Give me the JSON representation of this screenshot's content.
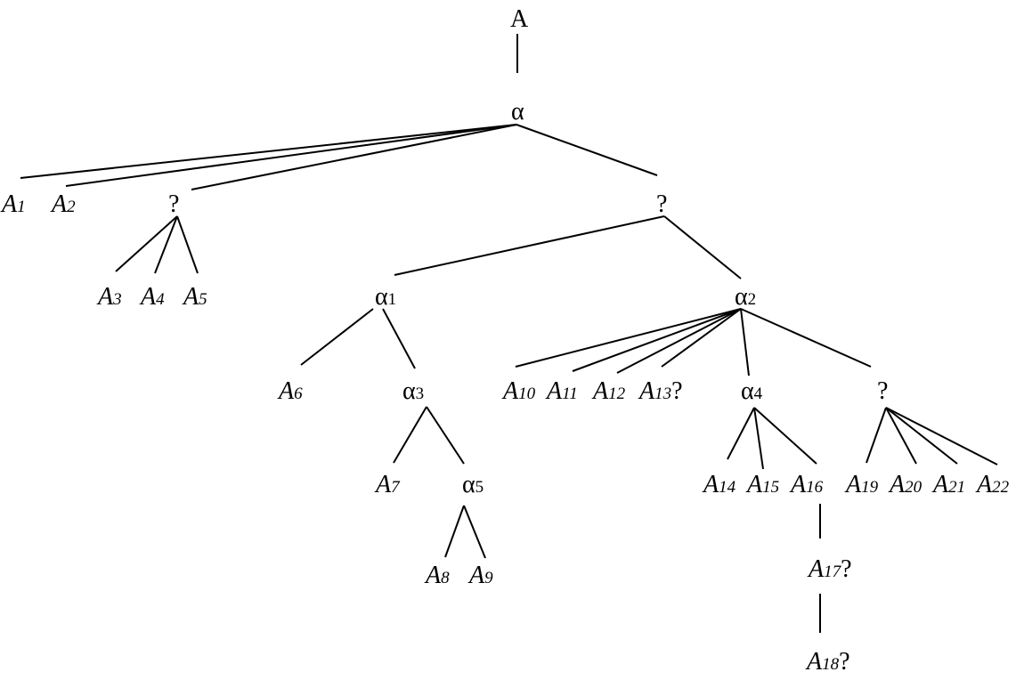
{
  "tree": {
    "nodes": [
      {
        "id": "root",
        "parts": [
          {
            "t": "A"
          }
        ]
      },
      {
        "id": "alpha",
        "parts": [
          {
            "t": "α"
          }
        ]
      },
      {
        "id": "A1",
        "parts": [
          {
            "t": "A",
            "i": true
          },
          {
            "t": "1",
            "s": true,
            "i": true
          }
        ]
      },
      {
        "id": "A2",
        "parts": [
          {
            "t": "A",
            "i": true
          },
          {
            "t": "2",
            "s": true,
            "i": true
          }
        ]
      },
      {
        "id": "q1",
        "parts": [
          {
            "t": "?"
          }
        ]
      },
      {
        "id": "q2",
        "parts": [
          {
            "t": "?"
          }
        ]
      },
      {
        "id": "A3",
        "parts": [
          {
            "t": "A",
            "i": true
          },
          {
            "t": "3",
            "s": true,
            "i": true
          }
        ]
      },
      {
        "id": "A4",
        "parts": [
          {
            "t": "A",
            "i": true
          },
          {
            "t": "4",
            "s": true,
            "i": true
          }
        ]
      },
      {
        "id": "A5",
        "parts": [
          {
            "t": "A",
            "i": true
          },
          {
            "t": "5",
            "s": true,
            "i": true
          }
        ]
      },
      {
        "id": "alpha1",
        "parts": [
          {
            "t": "α"
          },
          {
            "t": "1",
            "s": true
          }
        ]
      },
      {
        "id": "alpha2",
        "parts": [
          {
            "t": "α"
          },
          {
            "t": "2",
            "s": true
          }
        ]
      },
      {
        "id": "A6",
        "parts": [
          {
            "t": "A",
            "i": true
          },
          {
            "t": "6",
            "s": true,
            "i": true
          }
        ]
      },
      {
        "id": "alpha3",
        "parts": [
          {
            "t": "α"
          },
          {
            "t": "3",
            "s": true
          }
        ]
      },
      {
        "id": "A7",
        "parts": [
          {
            "t": "A",
            "i": true
          },
          {
            "t": "7",
            "s": true,
            "i": true
          }
        ]
      },
      {
        "id": "alpha5",
        "parts": [
          {
            "t": "α"
          },
          {
            "t": "5",
            "s": true
          }
        ]
      },
      {
        "id": "A8",
        "parts": [
          {
            "t": "A",
            "i": true
          },
          {
            "t": "8",
            "s": true,
            "i": true
          }
        ]
      },
      {
        "id": "A9",
        "parts": [
          {
            "t": "A",
            "i": true
          },
          {
            "t": "9",
            "s": true,
            "i": true
          }
        ]
      },
      {
        "id": "A10",
        "parts": [
          {
            "t": "A",
            "i": true
          },
          {
            "t": "10",
            "s": true,
            "i": true
          }
        ]
      },
      {
        "id": "A11",
        "parts": [
          {
            "t": "A",
            "i": true
          },
          {
            "t": "11",
            "s": true,
            "i": true
          }
        ]
      },
      {
        "id": "A12",
        "parts": [
          {
            "t": "A",
            "i": true
          },
          {
            "t": "12",
            "s": true,
            "i": true
          }
        ]
      },
      {
        "id": "A13",
        "parts": [
          {
            "t": "A",
            "i": true
          },
          {
            "t": "13",
            "s": true,
            "i": true
          },
          {
            "t": "?"
          }
        ]
      },
      {
        "id": "alpha4",
        "parts": [
          {
            "t": "α"
          },
          {
            "t": "4",
            "s": true
          }
        ]
      },
      {
        "id": "q3",
        "parts": [
          {
            "t": "?"
          }
        ]
      },
      {
        "id": "A14",
        "parts": [
          {
            "t": "A",
            "i": true
          },
          {
            "t": "14",
            "s": true,
            "i": true
          }
        ]
      },
      {
        "id": "A15",
        "parts": [
          {
            "t": "A",
            "i": true
          },
          {
            "t": "15",
            "s": true,
            "i": true
          }
        ]
      },
      {
        "id": "A16",
        "parts": [
          {
            "t": "A",
            "i": true
          },
          {
            "t": "16",
            "s": true,
            "i": true
          }
        ]
      },
      {
        "id": "A17",
        "parts": [
          {
            "t": "A",
            "i": true
          },
          {
            "t": "17",
            "s": true,
            "i": true
          },
          {
            "t": "?"
          }
        ]
      },
      {
        "id": "A18",
        "parts": [
          {
            "t": "A",
            "i": true
          },
          {
            "t": "18",
            "s": true,
            "i": true
          },
          {
            "t": "?"
          }
        ]
      },
      {
        "id": "A19",
        "parts": [
          {
            "t": "A",
            "i": true
          },
          {
            "t": "19",
            "s": true,
            "i": true
          }
        ]
      },
      {
        "id": "A20",
        "parts": [
          {
            "t": "A",
            "i": true
          },
          {
            "t": "20",
            "s": true,
            "i": true
          }
        ]
      },
      {
        "id": "A21",
        "parts": [
          {
            "t": "A",
            "i": true
          },
          {
            "t": "21",
            "s": true,
            "i": true
          }
        ]
      },
      {
        "id": "A22",
        "parts": [
          {
            "t": "A",
            "i": true
          },
          {
            "t": "22",
            "s": true,
            "i": true
          }
        ]
      }
    ],
    "edges": [
      [
        "root",
        "alpha"
      ],
      [
        "alpha",
        "A1"
      ],
      [
        "alpha",
        "A2"
      ],
      [
        "alpha",
        "q1"
      ],
      [
        "alpha",
        "q2"
      ],
      [
        "q1",
        "A3"
      ],
      [
        "q1",
        "A4"
      ],
      [
        "q1",
        "A5"
      ],
      [
        "q2",
        "alpha1"
      ],
      [
        "q2",
        "alpha2"
      ],
      [
        "alpha1",
        "A6"
      ],
      [
        "alpha1",
        "alpha3"
      ],
      [
        "alpha3",
        "A7"
      ],
      [
        "alpha3",
        "alpha5"
      ],
      [
        "alpha5",
        "A8"
      ],
      [
        "alpha5",
        "A9"
      ],
      [
        "alpha2",
        "A10"
      ],
      [
        "alpha2",
        "A11"
      ],
      [
        "alpha2",
        "A12"
      ],
      [
        "alpha2",
        "A13"
      ],
      [
        "alpha2",
        "alpha4"
      ],
      [
        "alpha2",
        "q3"
      ],
      [
        "alpha4",
        "A14"
      ],
      [
        "alpha4",
        "A15"
      ],
      [
        "alpha4",
        "A16"
      ],
      [
        "A16",
        "A17"
      ],
      [
        "A17",
        "A18"
      ],
      [
        "q3",
        "A19"
      ],
      [
        "q3",
        "A20"
      ],
      [
        "q3",
        "A21"
      ],
      [
        "q3",
        "A22"
      ]
    ]
  }
}
